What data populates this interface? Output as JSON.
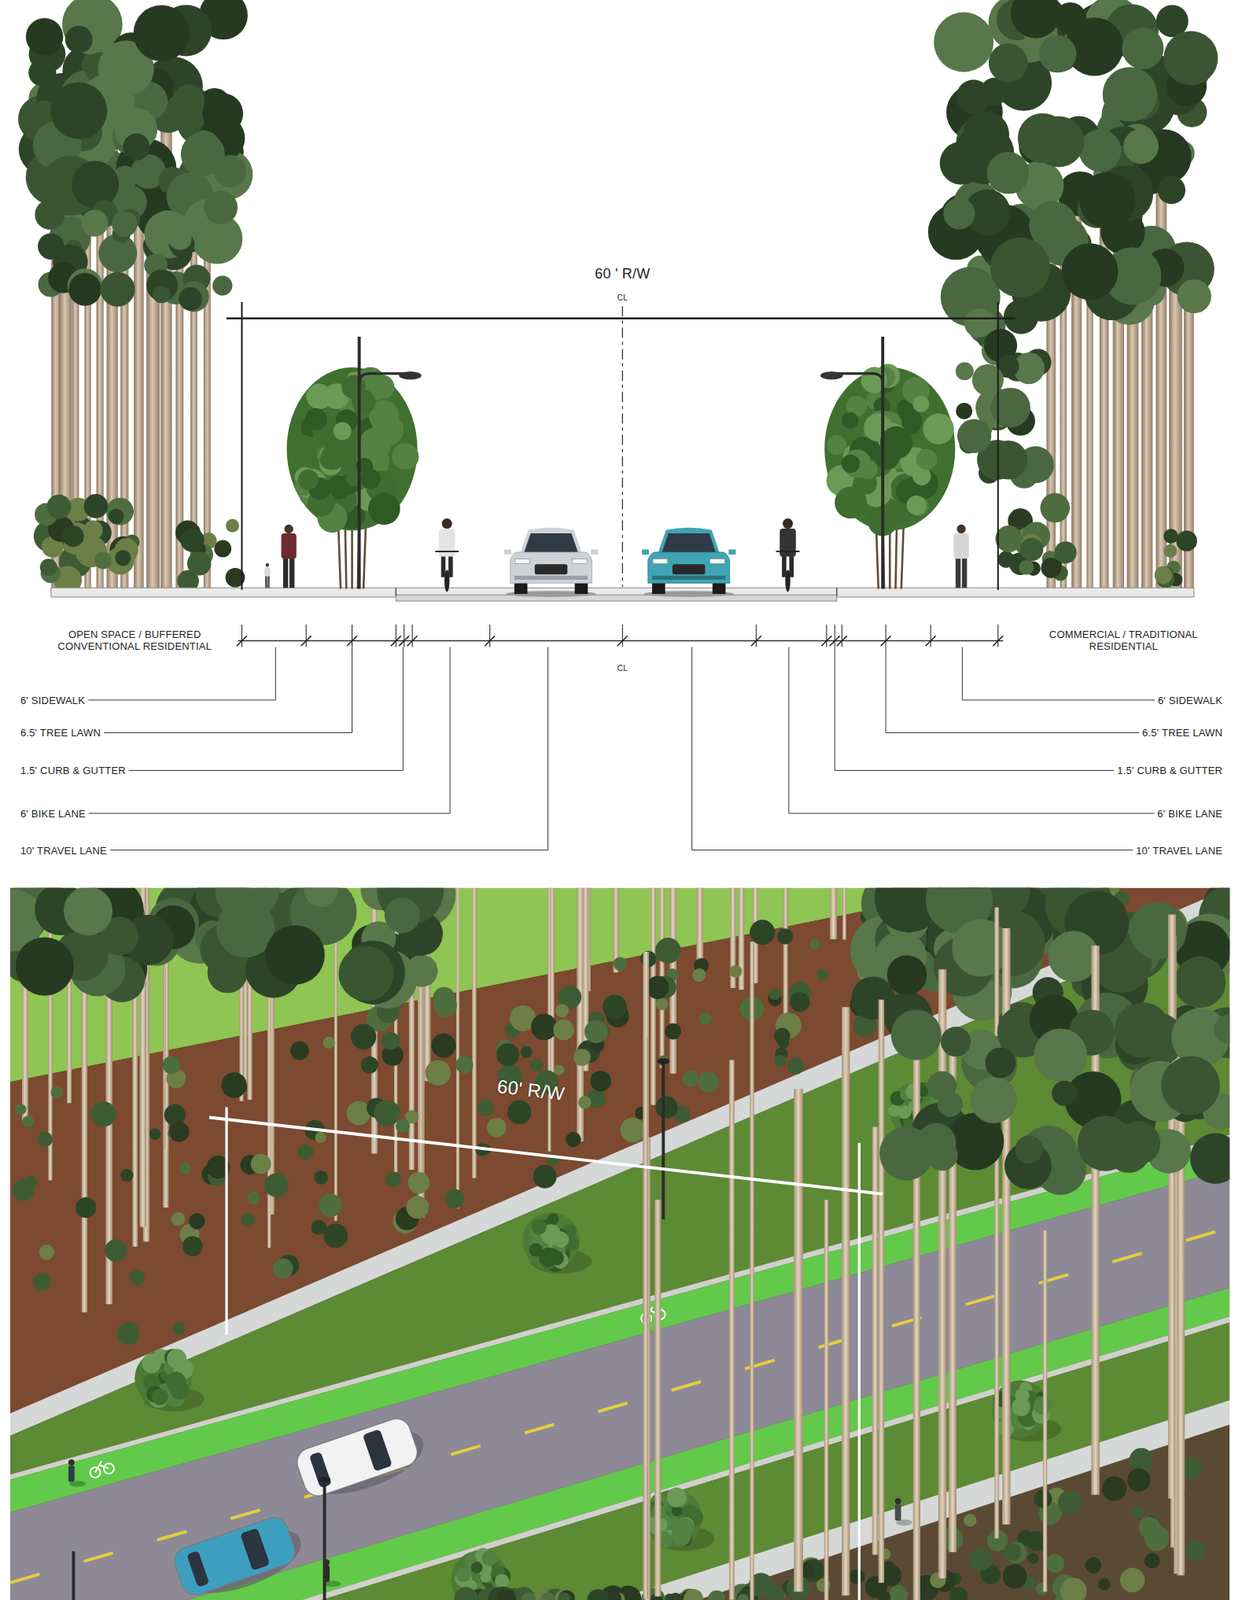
{
  "diagram": {
    "labels": [
      "60 ' R/W",
      "CL",
      "OPEN SPACE / BUFFERED CONVENTIONAL RESIDENTIAL",
      "COMMERCIAL / TRADITIONAL RESIDENTIAL",
      "CL",
      "6' SIDEWALK",
      "6.5' TREE LAWN",
      "1.5' CURB & GUTTER",
      "6' BIKE LANE",
      "10' TRAVEL LANE",
      "6' SIDEWALK",
      "6.5' TREE LAWN",
      "1.5' CURB & GUTTER",
      "6' BIKE LANE",
      "10' TRAVEL LANE",
      "60' R/W"
    ]
  }
}
